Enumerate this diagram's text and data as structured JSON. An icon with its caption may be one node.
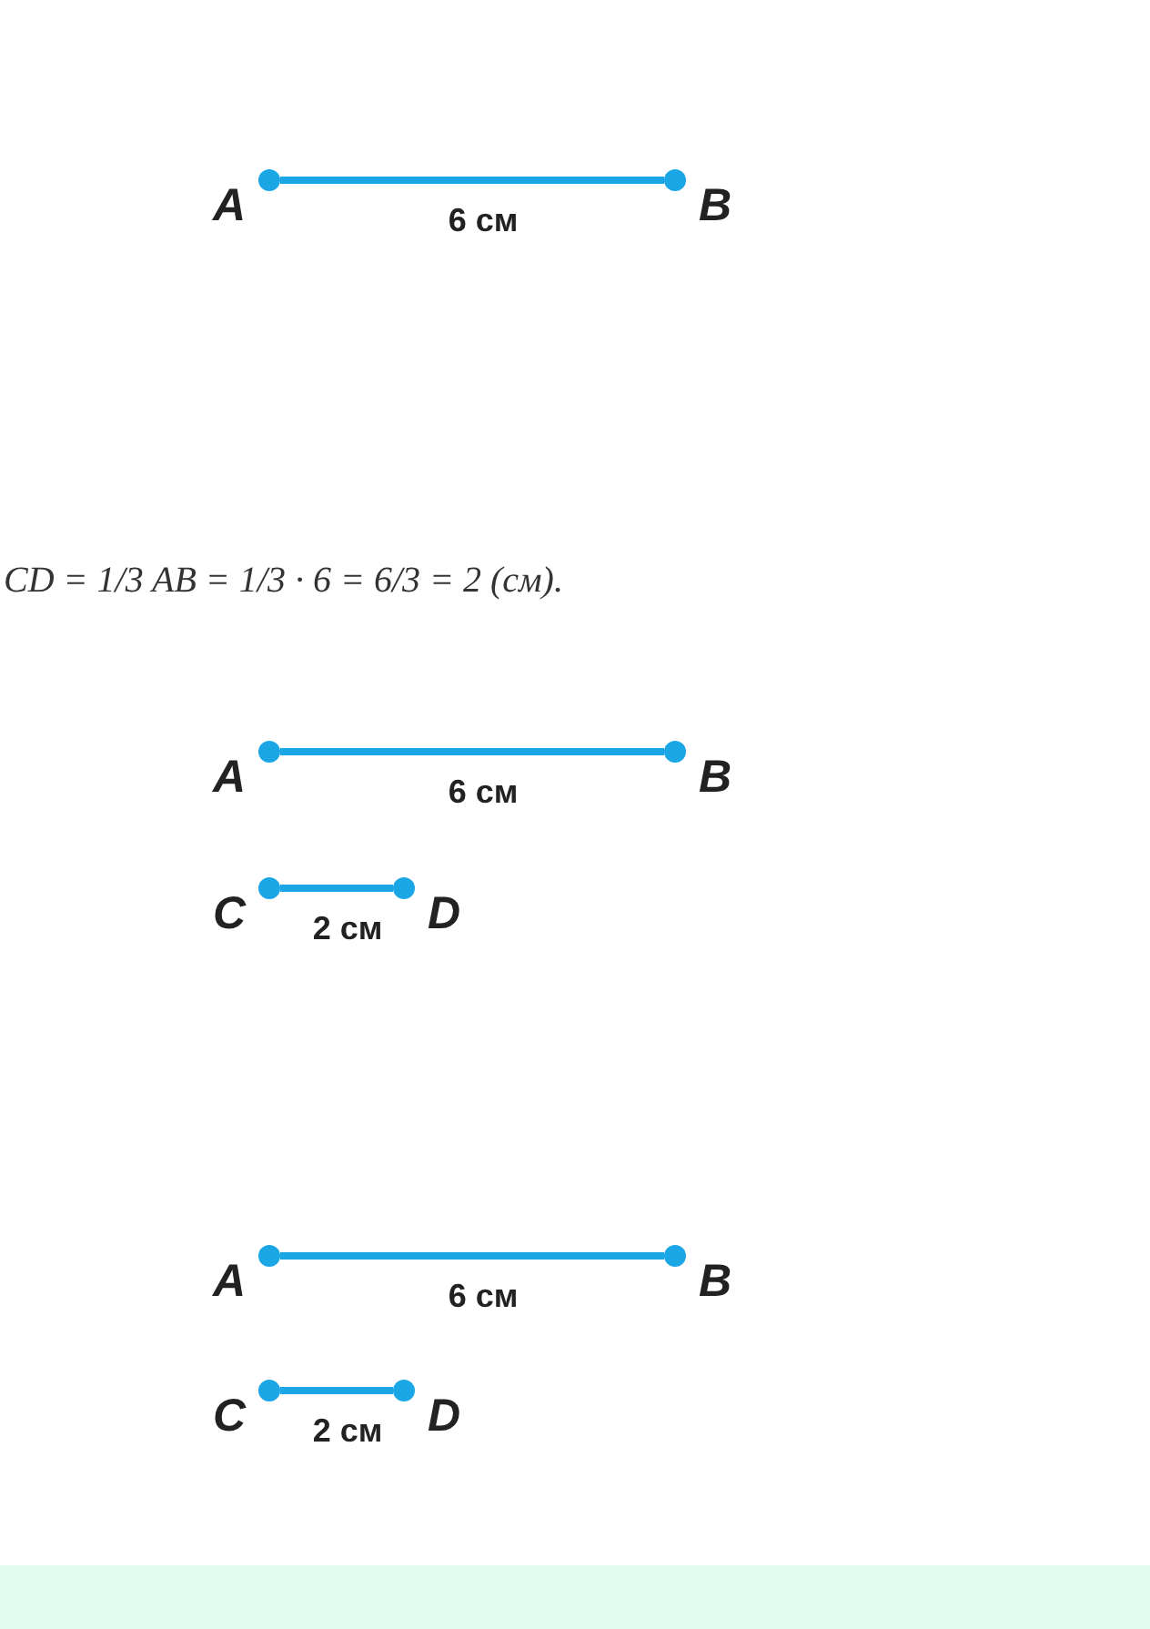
{
  "diagram": {
    "nodes": [
      {
        "text": [],
        "shape": "circle",
        "beside": [
          "A"
        ]
      },
      {
        "text": [],
        "shape": "circle",
        "beside": [
          "B"
        ]
      },
      {
        "text": [],
        "shape": "circle",
        "beside": [
          "A"
        ]
      },
      {
        "text": [],
        "shape": "circle",
        "beside": [
          "B"
        ]
      },
      {
        "text": [],
        "shape": "circle",
        "beside": [
          "C"
        ]
      },
      {
        "text": [],
        "shape": "circle",
        "beside": [
          "D"
        ]
      },
      {
        "text": [],
        "shape": "circle",
        "beside": [
          "A"
        ]
      },
      {
        "text": [],
        "shape": "circle",
        "beside": [
          "B"
        ]
      },
      {
        "text": [],
        "shape": "circle",
        "beside": [
          "C"
        ]
      },
      {
        "text": [],
        "shape": "circle",
        "beside": [
          "D"
        ]
      }
    ],
    "edges": [
      {
        "from": 0,
        "to": 1,
        "arrow": "none",
        "label": "6 см"
      },
      {
        "from": 2,
        "to": 3,
        "arrow": "none",
        "label": "6 см"
      },
      {
        "from": 4,
        "to": 5,
        "arrow": "none",
        "label": "2 см"
      },
      {
        "from": 6,
        "to": 7,
        "arrow": "none",
        "label": "6 см"
      },
      {
        "from": 8,
        "to": 9,
        "arrow": "none",
        "label": "2 см"
      }
    ],
    "labels": [
      "CD = 1/3 AB = 1/3 · 6 = 6/3 = 2 (см)."
    ]
  }
}
